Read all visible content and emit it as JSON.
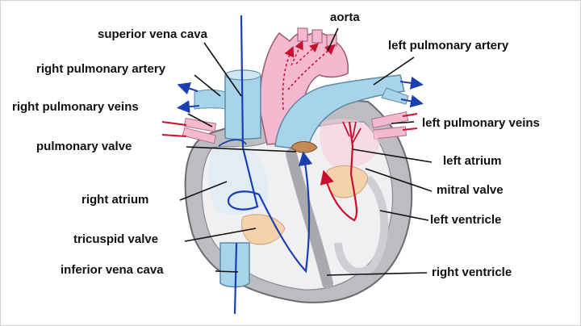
{
  "labels": {
    "superior_vena_cava": "superior vena cava",
    "aorta": "aorta",
    "right_pulmonary_artery": "right pulmonary artery",
    "left_pulmonary_artery": "left pulmonary artery",
    "right_pulmonary_veins": "right pulmonary veins",
    "left_pulmonary_veins": "left pulmonary veins",
    "pulmonary_valve": "pulmonary valve",
    "left_atrium": "left atrium",
    "right_atrium": "right atrium",
    "mitral_valve": "mitral valve",
    "left_ventricle": "left ventricle",
    "tricuspid_valve": "tricuspid valve",
    "inferior_vena_cava": "inferior vena cava",
    "right_ventricle": "right ventricle"
  },
  "colors": {
    "deoxygenated_vessel": "#a8d4ea",
    "oxygenated_vessel": "#f4b8cf",
    "heart_wall": "#b9b9bd",
    "valve_tissue": "#f5d2ac",
    "deoxygenated_flow": "#1a3fb0",
    "oxygenated_flow": "#c8102e"
  }
}
